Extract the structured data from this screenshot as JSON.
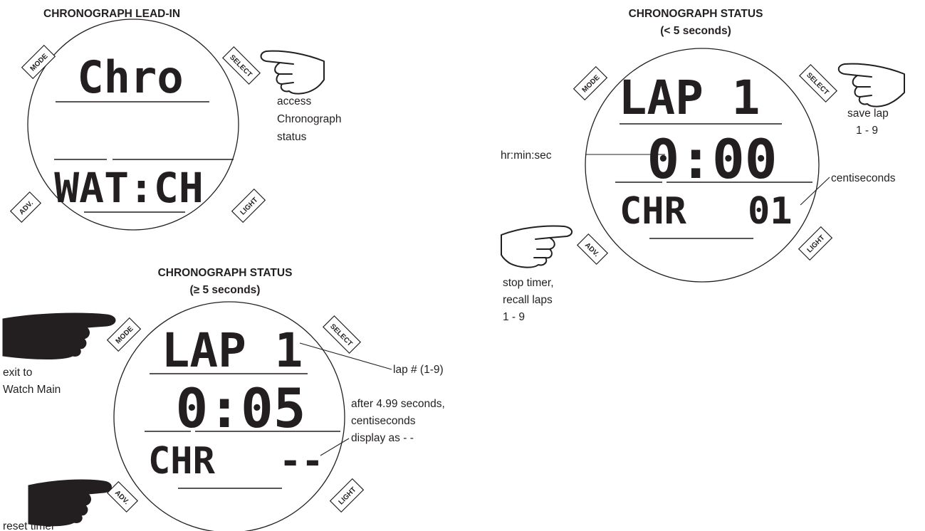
{
  "panels": {
    "lead_in": {
      "title": "CHRONOGRAPH LEAD-IN",
      "lcd": {
        "line1": "Chro",
        "line2": "WAT:CH"
      },
      "buttons": {
        "mode": "MODE",
        "select": "SELECT",
        "adv": "ADV.",
        "light": "LIGHT"
      },
      "notes": {
        "select_action": [
          "access",
          "Chronograph",
          "status"
        ]
      }
    },
    "status_under_5": {
      "title_line1": "CHRONOGRAPH STATUS",
      "title_line2": "(< 5 seconds)",
      "lcd": {
        "line1": "LAP 1",
        "line2": "0:00",
        "line3_label": "CHR",
        "line3_value": "01"
      },
      "buttons": {
        "mode": "MODE",
        "select": "SELECT",
        "adv": "ADV.",
        "light": "LIGHT"
      },
      "notes": {
        "select_action": [
          "save lap",
          "1 - 9"
        ],
        "time_callout": "hr:min:sec",
        "centi_callout": "centiseconds",
        "adv_action": [
          "stop timer,",
          "recall laps",
          "1 - 9"
        ]
      }
    },
    "status_5_plus": {
      "title_line1": "CHRONOGRAPH STATUS",
      "title_line2": "(≥ 5 seconds)",
      "lcd": {
        "line1": "LAP 1",
        "line2": "0:05",
        "line3_label": "CHR",
        "line3_value": "--"
      },
      "buttons": {
        "mode": "MODE",
        "select": "SELECT",
        "adv": "ADV.",
        "light": "LIGHT"
      },
      "notes": {
        "mode_action": [
          "exit to",
          "Watch Main"
        ],
        "lap_callout": "lap # (1-9)",
        "centi_note": [
          "after 4.99 seconds,",
          "centiseconds",
          "display as - -"
        ],
        "adv_action": "reset timer"
      }
    }
  }
}
